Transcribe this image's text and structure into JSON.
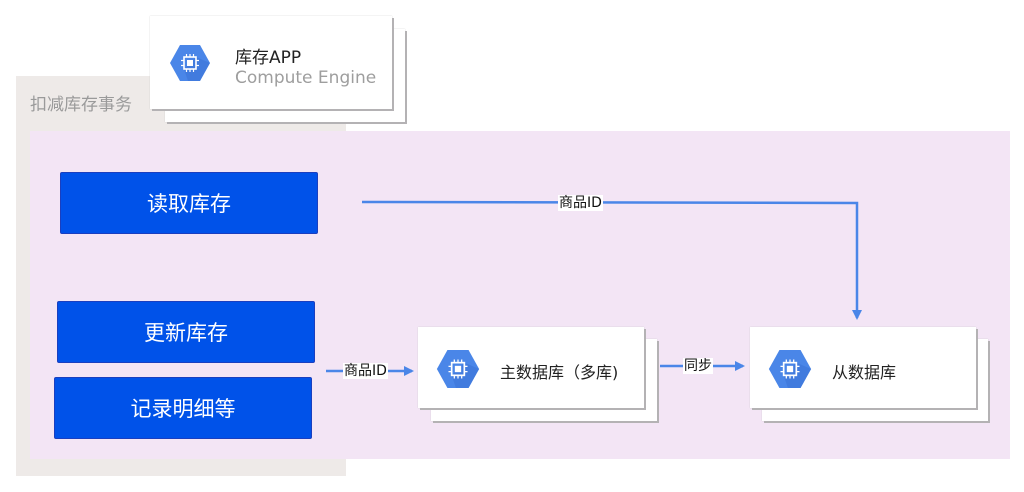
{
  "diagram": {
    "app_card": {
      "title": "库存APP",
      "subtitle": "Compute Engine",
      "icon": "compute-engine-hexagon-icon"
    },
    "transaction_group": {
      "label": "扣减库存事务"
    },
    "actions": [
      {
        "label": "读取库存"
      },
      {
        "label": "更新库存"
      },
      {
        "label": "记录明细等"
      }
    ],
    "primary_db": {
      "title": "主数据库（多库)",
      "icon": "compute-engine-hexagon-icon"
    },
    "replica_db": {
      "title": "从数据库",
      "icon": "compute-engine-hexagon-icon"
    },
    "edges": [
      {
        "from": "读取库存",
        "to": "从数据库",
        "label": "商品ID"
      },
      {
        "from": "更新库存",
        "to": "主数据库（多库)",
        "label": "商品ID"
      },
      {
        "from": "主数据库（多库)",
        "to": "从数据库",
        "label": "同步"
      }
    ],
    "colors": {
      "action_button": "#0052e9",
      "edge": "#4a86e8",
      "icon_hex": "#4a86e8",
      "zone_pink": "#f3e5f5",
      "group_gray": "#eeeae8"
    }
  }
}
